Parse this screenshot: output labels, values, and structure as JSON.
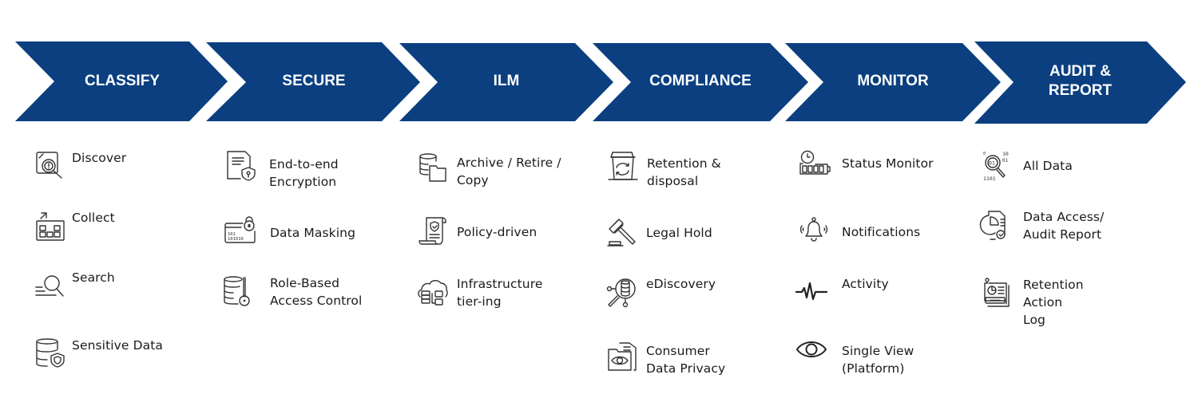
{
  "colors": {
    "chevron_fill": "#0b3f80",
    "chevron_text": "#ffffff",
    "item_text": "#1a1a1a",
    "icon_stroke": "#333333"
  },
  "stages": [
    {
      "label": "CLASSIFY",
      "items": [
        {
          "icon": "discover-icon",
          "label": "Discover"
        },
        {
          "icon": "collect-icon",
          "label": "Collect"
        },
        {
          "icon": "search-icon",
          "label": "Search"
        },
        {
          "icon": "sensitive-data-icon",
          "label": "Sensitive Data"
        }
      ]
    },
    {
      "label": "SECURE",
      "items": [
        {
          "icon": "encryption-document-icon",
          "label": "End-to-end\nEncryption"
        },
        {
          "icon": "data-masking-icon",
          "label": "Data Masking"
        },
        {
          "icon": "role-based-access-icon",
          "label": "Role-Based\nAccess Control"
        }
      ]
    },
    {
      "label": "ILM",
      "items": [
        {
          "icon": "archive-database-folder-icon",
          "label": "Archive / Retire /\nCopy"
        },
        {
          "icon": "policy-scroll-icon",
          "label": "Policy-driven"
        },
        {
          "icon": "cloud-infrastructure-icon",
          "label": "Infrastructure\ntier-ing"
        }
      ]
    },
    {
      "label": "COMPLIANCE",
      "items": [
        {
          "icon": "recycle-bin-icon",
          "label": "Retention &\ndisposal"
        },
        {
          "icon": "gavel-icon",
          "label": "Legal Hold"
        },
        {
          "icon": "ediscovery-icon",
          "label": "eDiscovery"
        },
        {
          "icon": "privacy-folder-eye-icon",
          "label": "Consumer\nData Privacy"
        }
      ]
    },
    {
      "label": "MONITOR",
      "items": [
        {
          "icon": "status-clock-battery-icon",
          "label": "Status Monitor"
        },
        {
          "icon": "bell-icon",
          "label": "Notifications"
        },
        {
          "icon": "activity-pulse-icon",
          "label": "Activity"
        },
        {
          "icon": "eye-icon",
          "label": "Single View\n(Platform)"
        }
      ]
    },
    {
      "label": "AUDIT &\nREPORT",
      "items": [
        {
          "icon": "binary-search-icon",
          "label": "All Data"
        },
        {
          "icon": "audit-report-chart-icon",
          "label": "Data Access/\nAudit Report"
        },
        {
          "icon": "retention-log-icon",
          "label": "Retention\nAction\nLog"
        }
      ]
    }
  ]
}
